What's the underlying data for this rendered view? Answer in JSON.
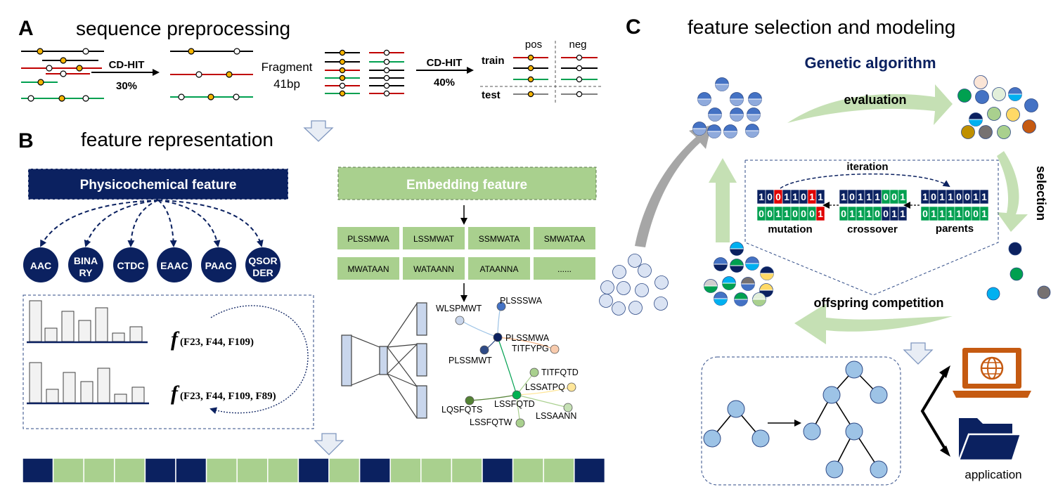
{
  "colors": {
    "navy": "#0b2160",
    "green_fill": "#a9d08e",
    "green_arrow": "#c5e0b4",
    "gray_arrow": "#a6a6a6",
    "node_blue": "#9dc3e6",
    "node_dark_blue": "#4472c4",
    "red_line": "#c00000",
    "green_line": "#00a050",
    "orange_dot": "#f5b400",
    "orange_laptop": "#c55a11"
  },
  "panel_a": {
    "letter": "A",
    "title": "sequence preprocessing",
    "cdhit1": "CD-HIT",
    "cdhit1_pct": "30%",
    "fragment": "Fragment",
    "fragment_len": "41bp",
    "cdhit2": "CD-HIT",
    "cdhit2_pct": "40%",
    "pos": "pos",
    "neg": "neg",
    "train": "train",
    "test": "test"
  },
  "panel_b": {
    "letter": "B",
    "title": "feature representation",
    "physico_title": "Physicochemical feature",
    "embedding_title": "Embedding feature",
    "descriptors": [
      "AAC",
      "BINA",
      "RY",
      "CTDC",
      "EAAC",
      "PAAC",
      "QSOR",
      "DER"
    ],
    "f1": "(F23, F44, F109)",
    "f2": "(F23, F44, F109, F89)",
    "f_symbol": "f",
    "kmers": [
      "PLSSMWA",
      "LSSMWAT",
      "SSMWATA",
      "SMWATAA",
      "MWATAAN",
      "WATAANN",
      "ATAANNA",
      "......"
    ],
    "graph_nodes": [
      "WLSPMWT",
      "PLSSSWA",
      "PLSSMWA",
      "TITFYPG",
      "PLSSMWT",
      "TITFQTD",
      "LSSATPQ",
      "LSSFQTD",
      "LQSFQTS",
      "LSSFQTW",
      "LSSAANN"
    ]
  },
  "panel_c": {
    "letter": "C",
    "title": "feature selection and modeling",
    "ga_title": "Genetic algorithm",
    "evaluation": "evaluation",
    "selection": "selection",
    "offspring": "offspring competition",
    "iteration": "iteration",
    "mutation": "mutation",
    "crossover": "crossover",
    "parents": "parents",
    "bits_mutation_top": "10011011",
    "bits_mutation_bottom": "00110001",
    "bits_crossover_top": "10111001",
    "bits_crossover_bottom": "01110011",
    "bits_parents_top": "10110011",
    "bits_parents_bottom": "01111001",
    "application": "application"
  },
  "feature_bar": [
    "N",
    "G",
    "G",
    "G",
    "N",
    "N",
    "G",
    "G",
    "G",
    "N",
    "G",
    "N",
    "G",
    "G",
    "G",
    "N",
    "G",
    "G",
    "N"
  ]
}
